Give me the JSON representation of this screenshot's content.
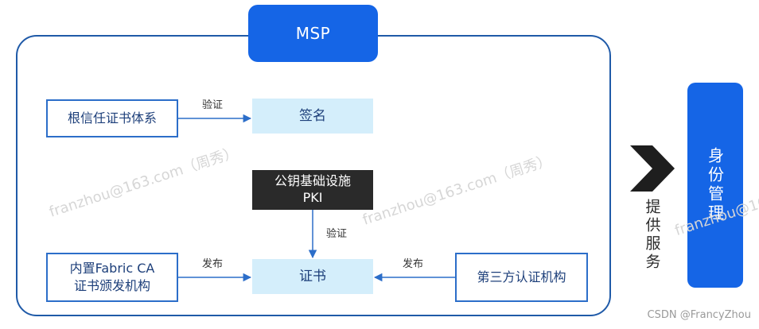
{
  "diagram": {
    "msp_label": "MSP",
    "root_ca_label": "根信任证书体系",
    "sign_label": "签名",
    "pki_line1": "公钥基础设施",
    "pki_line2": "PKI",
    "fabric_ca_line1": "内置Fabric CA",
    "fabric_ca_line2": "证书颁发机构",
    "cert_label": "证书",
    "third_party_label": "第三方认证机构",
    "identity_label": "身份管理",
    "provide_label": "提供服务"
  },
  "edges": {
    "verify_label": "验证",
    "issue_label": "发布"
  },
  "watermarks": {
    "text": "franzhou@163.com（周秀）",
    "partial": "franzhou@16"
  },
  "footer": {
    "credit": "CSDN @FrancyZhou"
  },
  "colors": {
    "brand_blue": "#1565e6",
    "frame_border": "#1f5aa8",
    "light_fill": "#d4eefb",
    "dark_fill": "#2a2a2a",
    "arrow": "#2c6ec9"
  },
  "icons": {
    "provide_arrow": "chevron-right-icon"
  }
}
